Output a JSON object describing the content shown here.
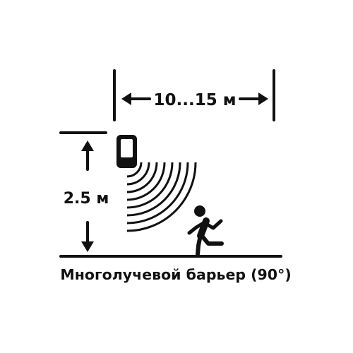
{
  "diagram": {
    "range_label": "10...15 м",
    "height_label": "2.5 м",
    "caption": "Многолучевой барьер (90°)",
    "icons": {
      "sensor": "motion-sensor-icon",
      "person": "running-person-icon",
      "beams": "beam-arcs-icon"
    },
    "colors": {
      "ink": "#111111",
      "background": "#ffffff"
    }
  }
}
